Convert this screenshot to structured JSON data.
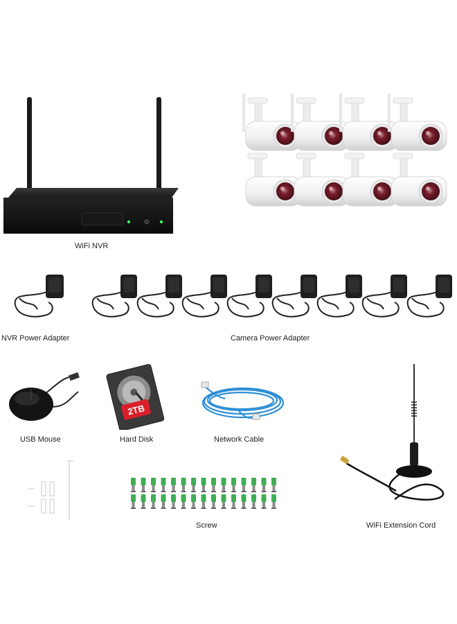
{
  "items": {
    "nvr": {
      "label": "WiFi NVR",
      "icon": "nvr-recorder-icon"
    },
    "cameras": {
      "count": 8,
      "icon": "bullet-camera-icon",
      "housing_color": "#f4f4f4",
      "lens_color": "#5a1420"
    },
    "nvr_power_adapter": {
      "label": "NVR Power Adapter",
      "icon": "power-adapter-icon"
    },
    "camera_power_adapter": {
      "label": "Camera Power Adapter",
      "count": 8,
      "icon": "power-adapter-icon"
    },
    "usb_mouse": {
      "label": "USB Mouse",
      "icon": "mouse-icon"
    },
    "hard_disk": {
      "label": "Hard Disk",
      "capacity": "2TB",
      "icon": "hard-disk-icon",
      "badge_color": "#d9202a"
    },
    "network_cable": {
      "label": "Network Cable",
      "icon": "ethernet-cable-icon",
      "cable_color": "#2f8fd6"
    },
    "screw": {
      "label": "Screw",
      "count": 30,
      "icon": "screw-icon",
      "anchor_color": "#3fae55"
    },
    "wifi_extension_cord": {
      "label": "WiFi Extension Cord",
      "icon": "antenna-icon"
    },
    "mount_kit": {
      "icon": "mount-bracket-icon"
    }
  }
}
